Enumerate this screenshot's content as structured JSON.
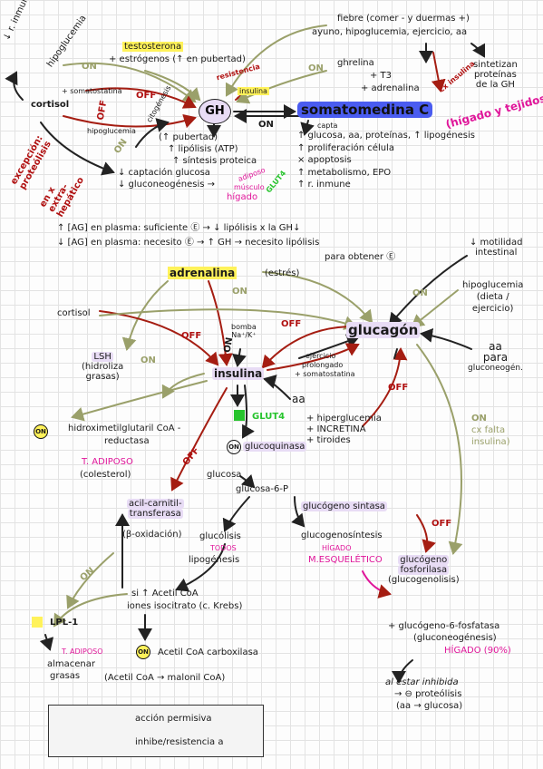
{
  "colors": {
    "permissive": "#9aa06a",
    "inhibit": "#a51d12",
    "highlight_yellow": "#fff25a",
    "highlight_purple": "#e8dcf5",
    "highlight_blue": "#4a5cf0",
    "pink": "#e0169a",
    "glut_green": "#27c42d"
  },
  "top": {
    "sr_inmune": "↓ r. inmune",
    "hipoglucemia_1": "hipoglucemia",
    "testosterona": "testosterona",
    "estrogenos": "+ estrógenos (↑ en pubertad)",
    "resistencia": "resistencia",
    "fiebre": "fiebre (comer - y duermas +)",
    "ayuno": "ayuno, hipoglucemia, ejercicio, aa",
    "cortisol": "cortisol",
    "somatostatina": "+ somatostatina",
    "hipoglucemia_2": "hipoglucemia",
    "ghrelina": "ghrelina",
    "t3": "+ T3",
    "adrenalina": "+ adrenalina",
    "cx_insulina": "cx insulina",
    "sintetizan": [
      "sintetizan",
      "proteínas",
      "de la GH"
    ],
    "excepcion": [
      "excepción:",
      "proteólisis"
    ],
    "en_x_extra": [
      "en x",
      "extra-",
      "hepático"
    ],
    "citoquinesis": "citogénesis",
    "insulina_top": "insulina",
    "gh": "GH",
    "somatomedina": "somatomedina C",
    "higado_tejidos": "(hígado y tejidos)",
    "gh_effects": [
      "(↑ pubertad)",
      "↑ lipólisis (ATP)",
      "↑ síntesis proteica",
      "↓ captación glucosa",
      "↓ gluconeogénesis →"
    ],
    "adiposo": "adiposo",
    "musculo": "músculo",
    "higado": "hígado",
    "glut4_1": "GLUT4",
    "capta": "capta",
    "somato_effects": [
      "↑ glucosa, aa, proteínas, ↑ lipogénesis",
      "↑ proliferación célula",
      "× apoptosis",
      "↑ metabolismo, EPO",
      "↑ r. inmune"
    ]
  },
  "ag_lines": [
    "↑ [AG] en plasma: suficiente Ⓔ → ↓ lipólisis x la GH↓",
    "↓ [AG] en plasma: necesito Ⓔ → ↑ GH → necesito lipólisis",
    "para obtener Ⓔ"
  ],
  "middle": {
    "motilidad": [
      "↓ motilidad",
      "intestinal"
    ],
    "adrenalina": "adrenalina",
    "estres": "(estrés)",
    "hipoglucemia": [
      "hipoglucemia",
      "(dieta /",
      "ejercicio)"
    ],
    "cortisol": "cortisol",
    "bomba": [
      "bomba",
      "Na⁺/K⁺"
    ],
    "glucagon": "glucagón",
    "lsh": [
      "LSH",
      "(hidroliza",
      "grasas)"
    ],
    "insulina": "insulina",
    "ejercicio": [
      "ejercicio",
      "prolongado",
      "+ somatostatina"
    ],
    "aa_right": [
      "aa",
      "para",
      "gluconeogén."
    ],
    "aa": "aa",
    "glut4": "GLUT4",
    "hiper": [
      "+ hiperglucemia",
      "+ INCRETINA",
      "+ tiroides"
    ],
    "glucoquinasa": "glucoquinasa",
    "cx_falta": [
      "ON",
      "cx falta",
      "insulina)"
    ],
    "hmg": [
      "hidroximetilglutaril CoA -",
      "reductasa"
    ],
    "t_adiposo_1": "T. ADIPOSO",
    "colesterol": "(colesterol)",
    "glucosa": "glucosa",
    "g6p": "glucosa-6-P",
    "acil": [
      "acil-carnitil-",
      "transferasa"
    ],
    "beta": "(β-oxidación)",
    "glucolisis": "glucólisis",
    "todos": "TODOS",
    "lipogenesis": "lipogénesis",
    "glucogeno_sintasa": "glucógeno sintasa",
    "glucogenosintesis": "glucogenosíntesis",
    "higado": "HÍGADO",
    "m_esq": "M.ESQUELÉTICO",
    "fosforilasa": [
      "glucógeno",
      "fosforilasa",
      "(glucogenolisis)"
    ],
    "acetil": [
      "si ↑ Acetil CoA",
      "iones isocitrato (c. Krebs)"
    ],
    "lpl": "LPL-1",
    "t_adiposo_2": "T. ADIPOSO",
    "almacenar": [
      "almacenar",
      "grasas"
    ],
    "acetil_carbox": "Acetil CoA carboxilasa",
    "malonil": "(Acetil CoA → malonil CoA)",
    "g6f": [
      "+ glucógeno-6-fosfatasa",
      "(gluconeogénesis)"
    ],
    "higado_90": "HÍGADO (90%)",
    "inhibida": [
      "al estar inhibida",
      "→ ⊖ proteólisis",
      "(aa → glucosa)"
    ]
  },
  "labels": {
    "on": "ON",
    "off": "OFF",
    "e": "E"
  },
  "legend": {
    "permissive": "acción permisiva",
    "inhibit": "inhibe/resistencia a"
  }
}
